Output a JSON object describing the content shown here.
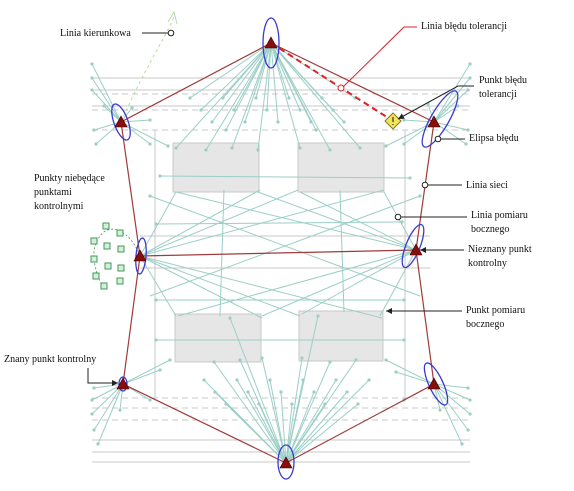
{
  "colors": {
    "traverse": "#a03a3a",
    "tolerance": "#e0202a",
    "ellipse": "#3a3ad0",
    "network": "#9bcfc6",
    "structure": "#c8c8c8",
    "building_fill": "#e6e6e6",
    "side_point_fill": "#d8eedc",
    "side_point_stroke": "#3d9a5a",
    "warning_fill": "#f3e35a",
    "control_fill": "#8a0d0d",
    "directional": "#b6dba6"
  },
  "labels": {
    "directional_line": "Linia kierunkowa",
    "tolerance_line": "Linia błędu tolerancji",
    "tolerance_point": "Punkt błędu\ntolerancji",
    "error_ellipse": "Elipsa błędu",
    "network_line": "Linia sieci",
    "sideshot_line": "Linia pomiaru\nbocznego",
    "non_control_points": "Punkty niebędące\npunktami\nkontrolnymi",
    "unknown_control_point": "Nieznany punkt\nkontrolny",
    "sideshot_point": "Punkt pomiaru\nbocznego",
    "known_control_point": "Znany punkt kontrolny"
  },
  "icons": {
    "control_point": "triangle-marker",
    "tolerance_point": "warning-diamond-icon"
  }
}
